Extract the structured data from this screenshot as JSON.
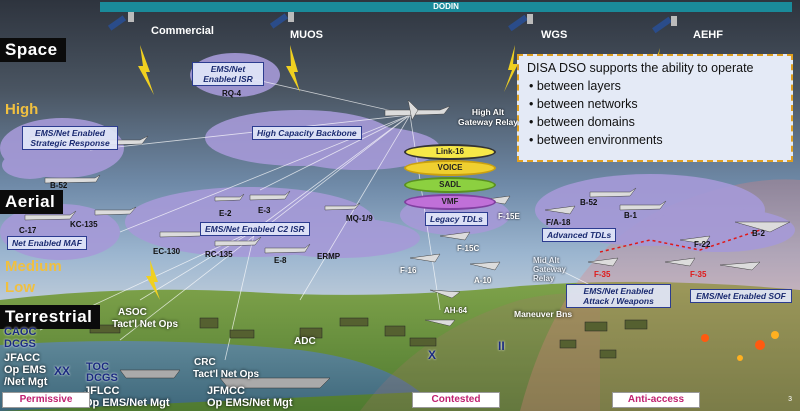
{
  "banner": "DODIN",
  "layers": {
    "space": "Space",
    "aerial": "Aerial",
    "terrestrial": "Terrestrial"
  },
  "altitudes": {
    "high": "High",
    "medium": "Medium",
    "low": "Low"
  },
  "satellites": [
    "Commercial",
    "MUOS",
    "WGS",
    "AEHF"
  ],
  "disa_box": {
    "heading": "DISA DSO supports the ability to operate",
    "bullets": [
      "between layers",
      "between networks",
      "between domains",
      "between environments"
    ]
  },
  "cloud_labels": {
    "isr": "EMS/Net Enabled ISR",
    "strategic": "EMS/Net Enabled Strategic Response",
    "backbone": "High Capacity Backbone",
    "maf": "Net Enabled MAF",
    "c2isr": "EMS/Net Enabled C2 ISR",
    "legacy": "Legacy TDLs",
    "advanced": "Advanced TDLs",
    "attack": "EMS/Net Enabled Attack / Weapons",
    "sof": "EMS/Net Enabled SOF"
  },
  "datalinks": [
    "Link-16",
    "VOICE",
    "SADL",
    "VMF"
  ],
  "aircraft": {
    "rq4": "RQ-4",
    "relay_high": "High Alt Gateway Relay",
    "relay_mid": "Mid Alt Gateway Relay",
    "b52_left": "B-52",
    "c17": "C-17",
    "kc135": "KC-135",
    "ec130": "EC-130",
    "rc135": "RC-135",
    "e2": "E-2",
    "e3": "E-3",
    "e8": "E-8",
    "ermp": "ERMP",
    "mq19": "MQ-1/9",
    "f15e": "F-15E",
    "f15c": "F-15C",
    "f16": "F-16",
    "a10": "A-10",
    "ah64": "AH-64",
    "b52_right": "B-52",
    "b1": "B-1",
    "fa18": "F/A-18",
    "f22": "F-22",
    "b2": "B-2",
    "f35_left": "F-35",
    "f35_right": "F-35"
  },
  "ground": {
    "caoc": "CAOC",
    "dcgs": "DCGS",
    "jfacc": "JFACC",
    "opems": "Op EMS",
    "netmgt": "/Net Mgt",
    "xx": "XX",
    "asoc": "ASOC",
    "tactnet1": "Tact'l Net Ops",
    "toc": "TOC",
    "dcgs2": "DCGS",
    "jflcc": "JFLCC",
    "jflcc_ops": "Op EMS/Net Mgt",
    "crc": "CRC",
    "tactnet2": "Tact'l Net Ops",
    "adc": "ADC",
    "jfmcc": "JFMCC",
    "jfmcc_ops": "Op EMS/Net Mgt",
    "x": "X",
    "ii": "II",
    "maneuver": "Maneuver Bns"
  },
  "zones": [
    "Permissive",
    "Contested",
    "Anti-access"
  ],
  "page_number": "3",
  "colors": {
    "banner": "#1a8a9a",
    "cloud_fill": "#a69ad8",
    "zone_text": "#c02070",
    "box_border": "#e0a020",
    "label_text": "#1a2a70"
  }
}
